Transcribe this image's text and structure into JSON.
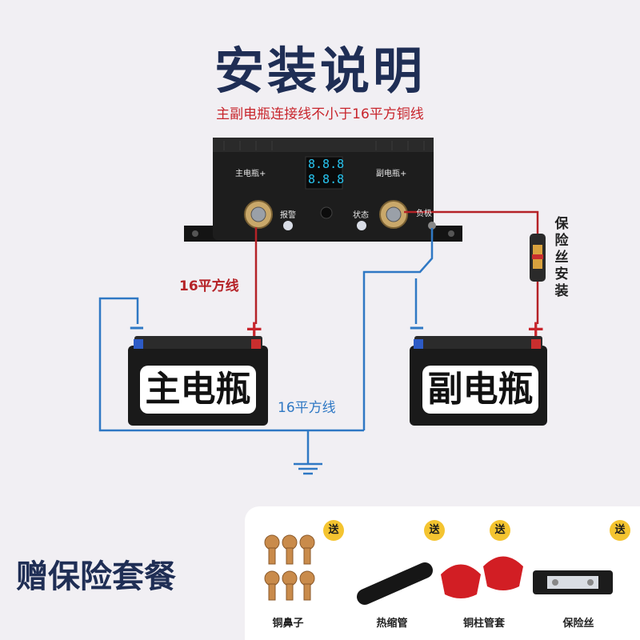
{
  "header": {
    "title": "安装说明",
    "subtitle": "主副电瓶连接线不小于16平方铜线"
  },
  "device": {
    "main_terminal_label": "主电瓶+",
    "aux_terminal_label": "副电瓶+",
    "alarm_label": "报警",
    "status_label": "状态",
    "negative_label": "负极",
    "display_top": "8.8.8",
    "display_bottom": "8.8.8"
  },
  "wiring": {
    "main_wire_label": "16平方线",
    "ground_wire_label": "16平方线",
    "fuse_label": "保险丝安装",
    "minus_symbol": "−",
    "plus_symbol": "+"
  },
  "batteries": {
    "main": "主电瓶",
    "aux": "副电瓶"
  },
  "gifts": {
    "title": "赠保险套餐",
    "badge": "送",
    "items": [
      {
        "label": "铜鼻子"
      },
      {
        "label": "热缩管"
      },
      {
        "label": "铜柱管套"
      },
      {
        "label": "保险丝"
      }
    ]
  },
  "colors": {
    "title": "#1f2e55",
    "red_wire": "#b52227",
    "blue_wire": "#2f78c4",
    "device": "#1b1b1b"
  }
}
